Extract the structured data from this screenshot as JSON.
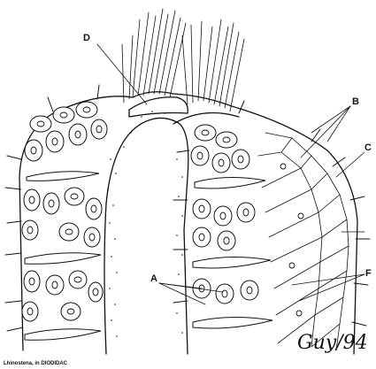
{
  "labels": {
    "d": "D",
    "b": "B",
    "c": "C",
    "a": "A",
    "f": "F"
  },
  "credit": "Lhinostena, in DIODIDAC",
  "signature": "Guy/94",
  "colors": {
    "ink": "#111111",
    "paper": "#ffffff"
  }
}
